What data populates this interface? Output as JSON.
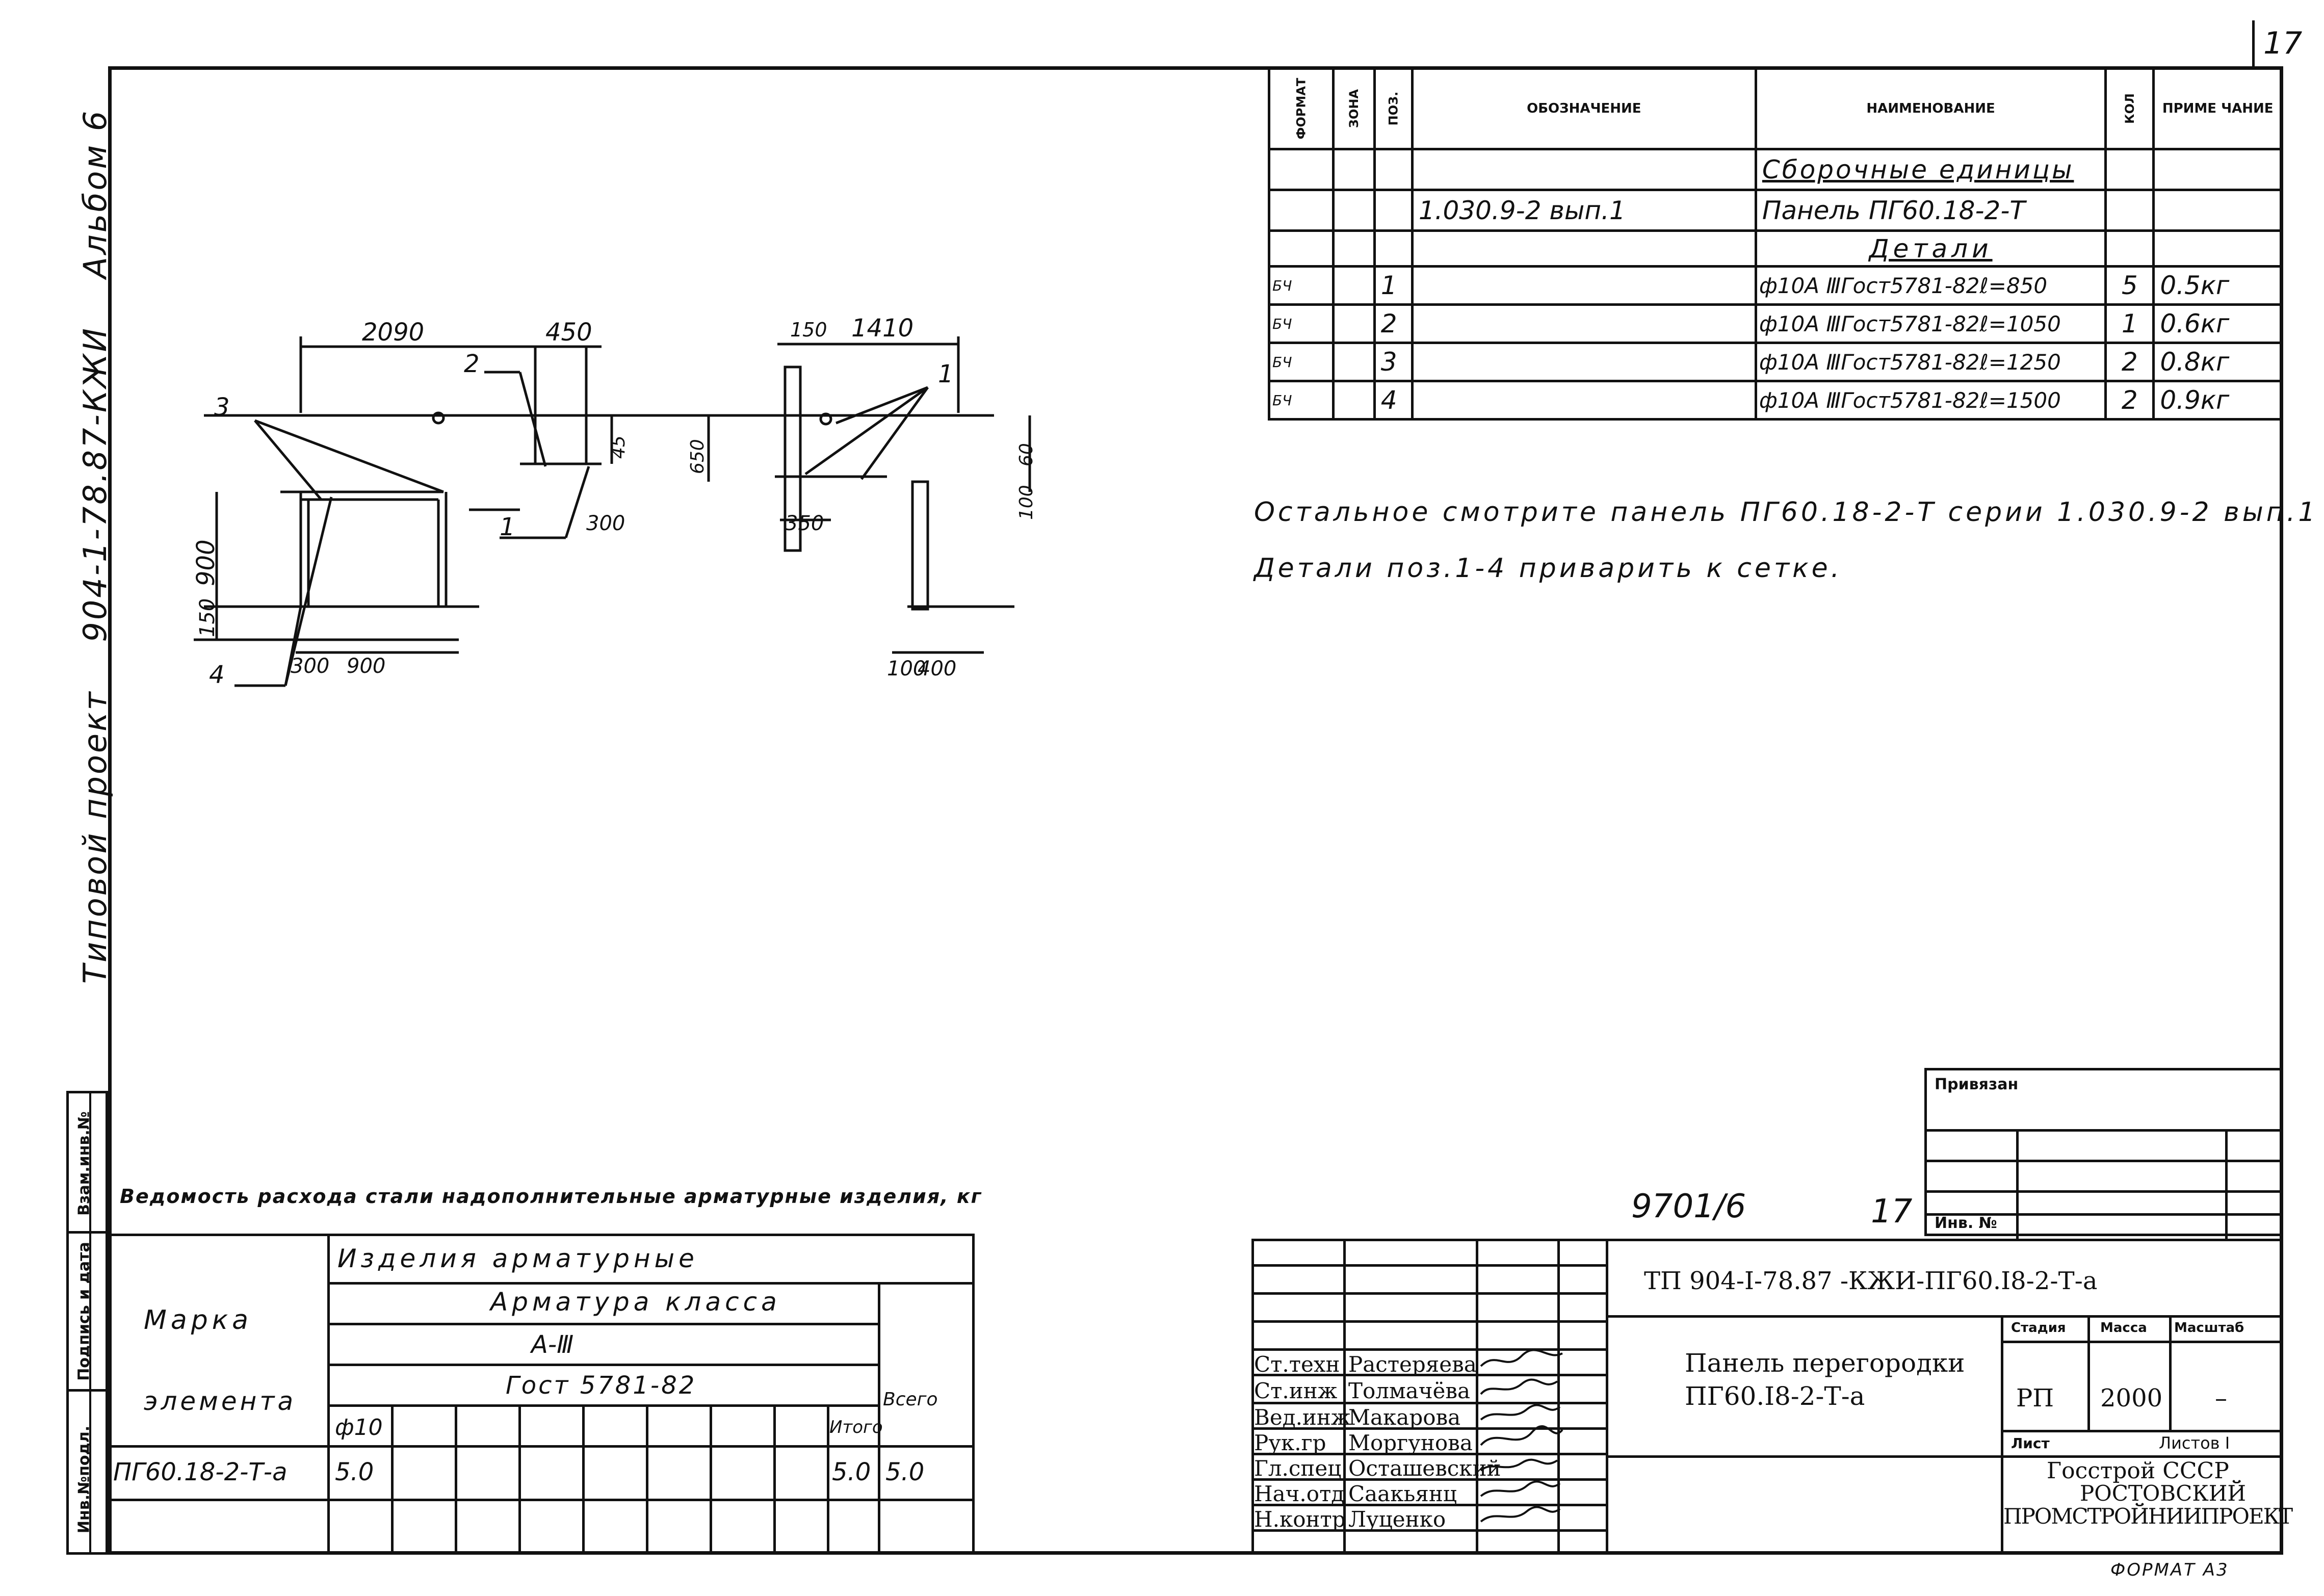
{
  "page_number": "17",
  "side_title": {
    "part1": "Типовой проект",
    "part2": "904-1-78.87-КЖИ",
    "part3": "Альбом 6"
  },
  "side_stamp": {
    "col1": "Инв.№подл.",
    "col2": "Подпись и дата",
    "col3": "Взам.инв.№"
  },
  "spec_table": {
    "headers": [
      "ФОРМАТ",
      "ЗОНА",
      "ПОЗ.",
      "ОБОЗНАЧЕНИЕ",
      "НАИМЕНОВАНИЕ",
      "КОЛ",
      "ПРИМЕ ЧАНИЕ"
    ],
    "rows": [
      [
        "",
        "",
        "",
        "",
        "Сборочные единицы",
        "",
        ""
      ],
      [
        "",
        "",
        "",
        "1.030.9-2 вып.1",
        "Панель ПГ60.18-2-Т",
        "",
        ""
      ],
      [
        "",
        "",
        "",
        "",
        "Детали",
        "",
        ""
      ],
      [
        "БЧ",
        "",
        "1",
        "",
        "ф10А ⅢГост5781-82ℓ=850",
        "5",
        "0.5кг"
      ],
      [
        "БЧ",
        "",
        "2",
        "",
        "ф10А ⅢГост5781-82ℓ=1050",
        "1",
        "0.6кг"
      ],
      [
        "БЧ",
        "",
        "3",
        "",
        "ф10А ⅢГост5781-82ℓ=1250",
        "2",
        "0.8кг"
      ],
      [
        "БЧ",
        "",
        "4",
        "",
        "ф10А ⅢГост5781-82ℓ=1500",
        "2",
        "0.9кг"
      ]
    ]
  },
  "notes": [
    "Остальное смотрите панель ПГ60.18-2-Т серии 1.030.9-2 вып.1",
    "Детали поз.1-4 приварить к сетке."
  ],
  "drawing": {
    "dims": [
      "2090",
      "450",
      "150",
      "1410",
      "45",
      "650",
      "60",
      "100",
      "900",
      "150",
      "300",
      "350",
      "300",
      "900",
      "100",
      "400"
    ],
    "positions": [
      "1",
      "2",
      "3",
      "4",
      "1"
    ]
  },
  "steel_table": {
    "title": "Ведомость расхода стали надополнительные арматурные изделия, кг",
    "h_products": "Изделия арматурные",
    "h_armature": "Арматура класса",
    "h_class": "А-Ⅲ",
    "h_gost": "Гост 5781-82",
    "h_mark1": "Марка",
    "h_mark2": "элемента",
    "h_total": "Всего",
    "h_d10": "ф10",
    "h_itogo": "Итого",
    "row": {
      "mark": "ПГ60.18-2-Т-а",
      "d10": "5.0",
      "itogo": "5.0",
      "total": "5.0"
    }
  },
  "binding": {
    "label": "Привязан",
    "inv": "Инв. №"
  },
  "handwritten": {
    "a": "9701/6",
    "b": "17"
  },
  "title_block": {
    "code": "ТП  904-I-78.87 -КЖИ-ПГ60.I8-2-Т-а",
    "name1": "Панель  перегородки",
    "name2": "ПГ60.I8-2-Т-а",
    "h_stage": "Стадия",
    "h_mass": "Масса",
    "h_scale": "Масштаб",
    "stage": "РП",
    "mass": "2000",
    "scale": "–",
    "sheet": "Лист",
    "sheets": "Листов  I",
    "org1": "Госстрой  СССР",
    "org2": "РОСТОВСКИЙ",
    "org3": "ПРОМСТРОЙНИИПРОЕКТ",
    "signers": [
      {
        "role": "Ст.техн",
        "name": "Растеряева"
      },
      {
        "role": "Ст.инж",
        "name": "Толмачёва"
      },
      {
        "role": "Вед.инж",
        "name": "Макарова"
      },
      {
        "role": "Рук.гр",
        "name": "Моргунова"
      },
      {
        "role": "Гл.спец",
        "name": "Осташевский"
      },
      {
        "role": "Нач.отд",
        "name": "Саакьянц"
      },
      {
        "role": "Н.контр",
        "name": "Луценко"
      }
    ]
  },
  "format": "ФОРМАТ А3"
}
